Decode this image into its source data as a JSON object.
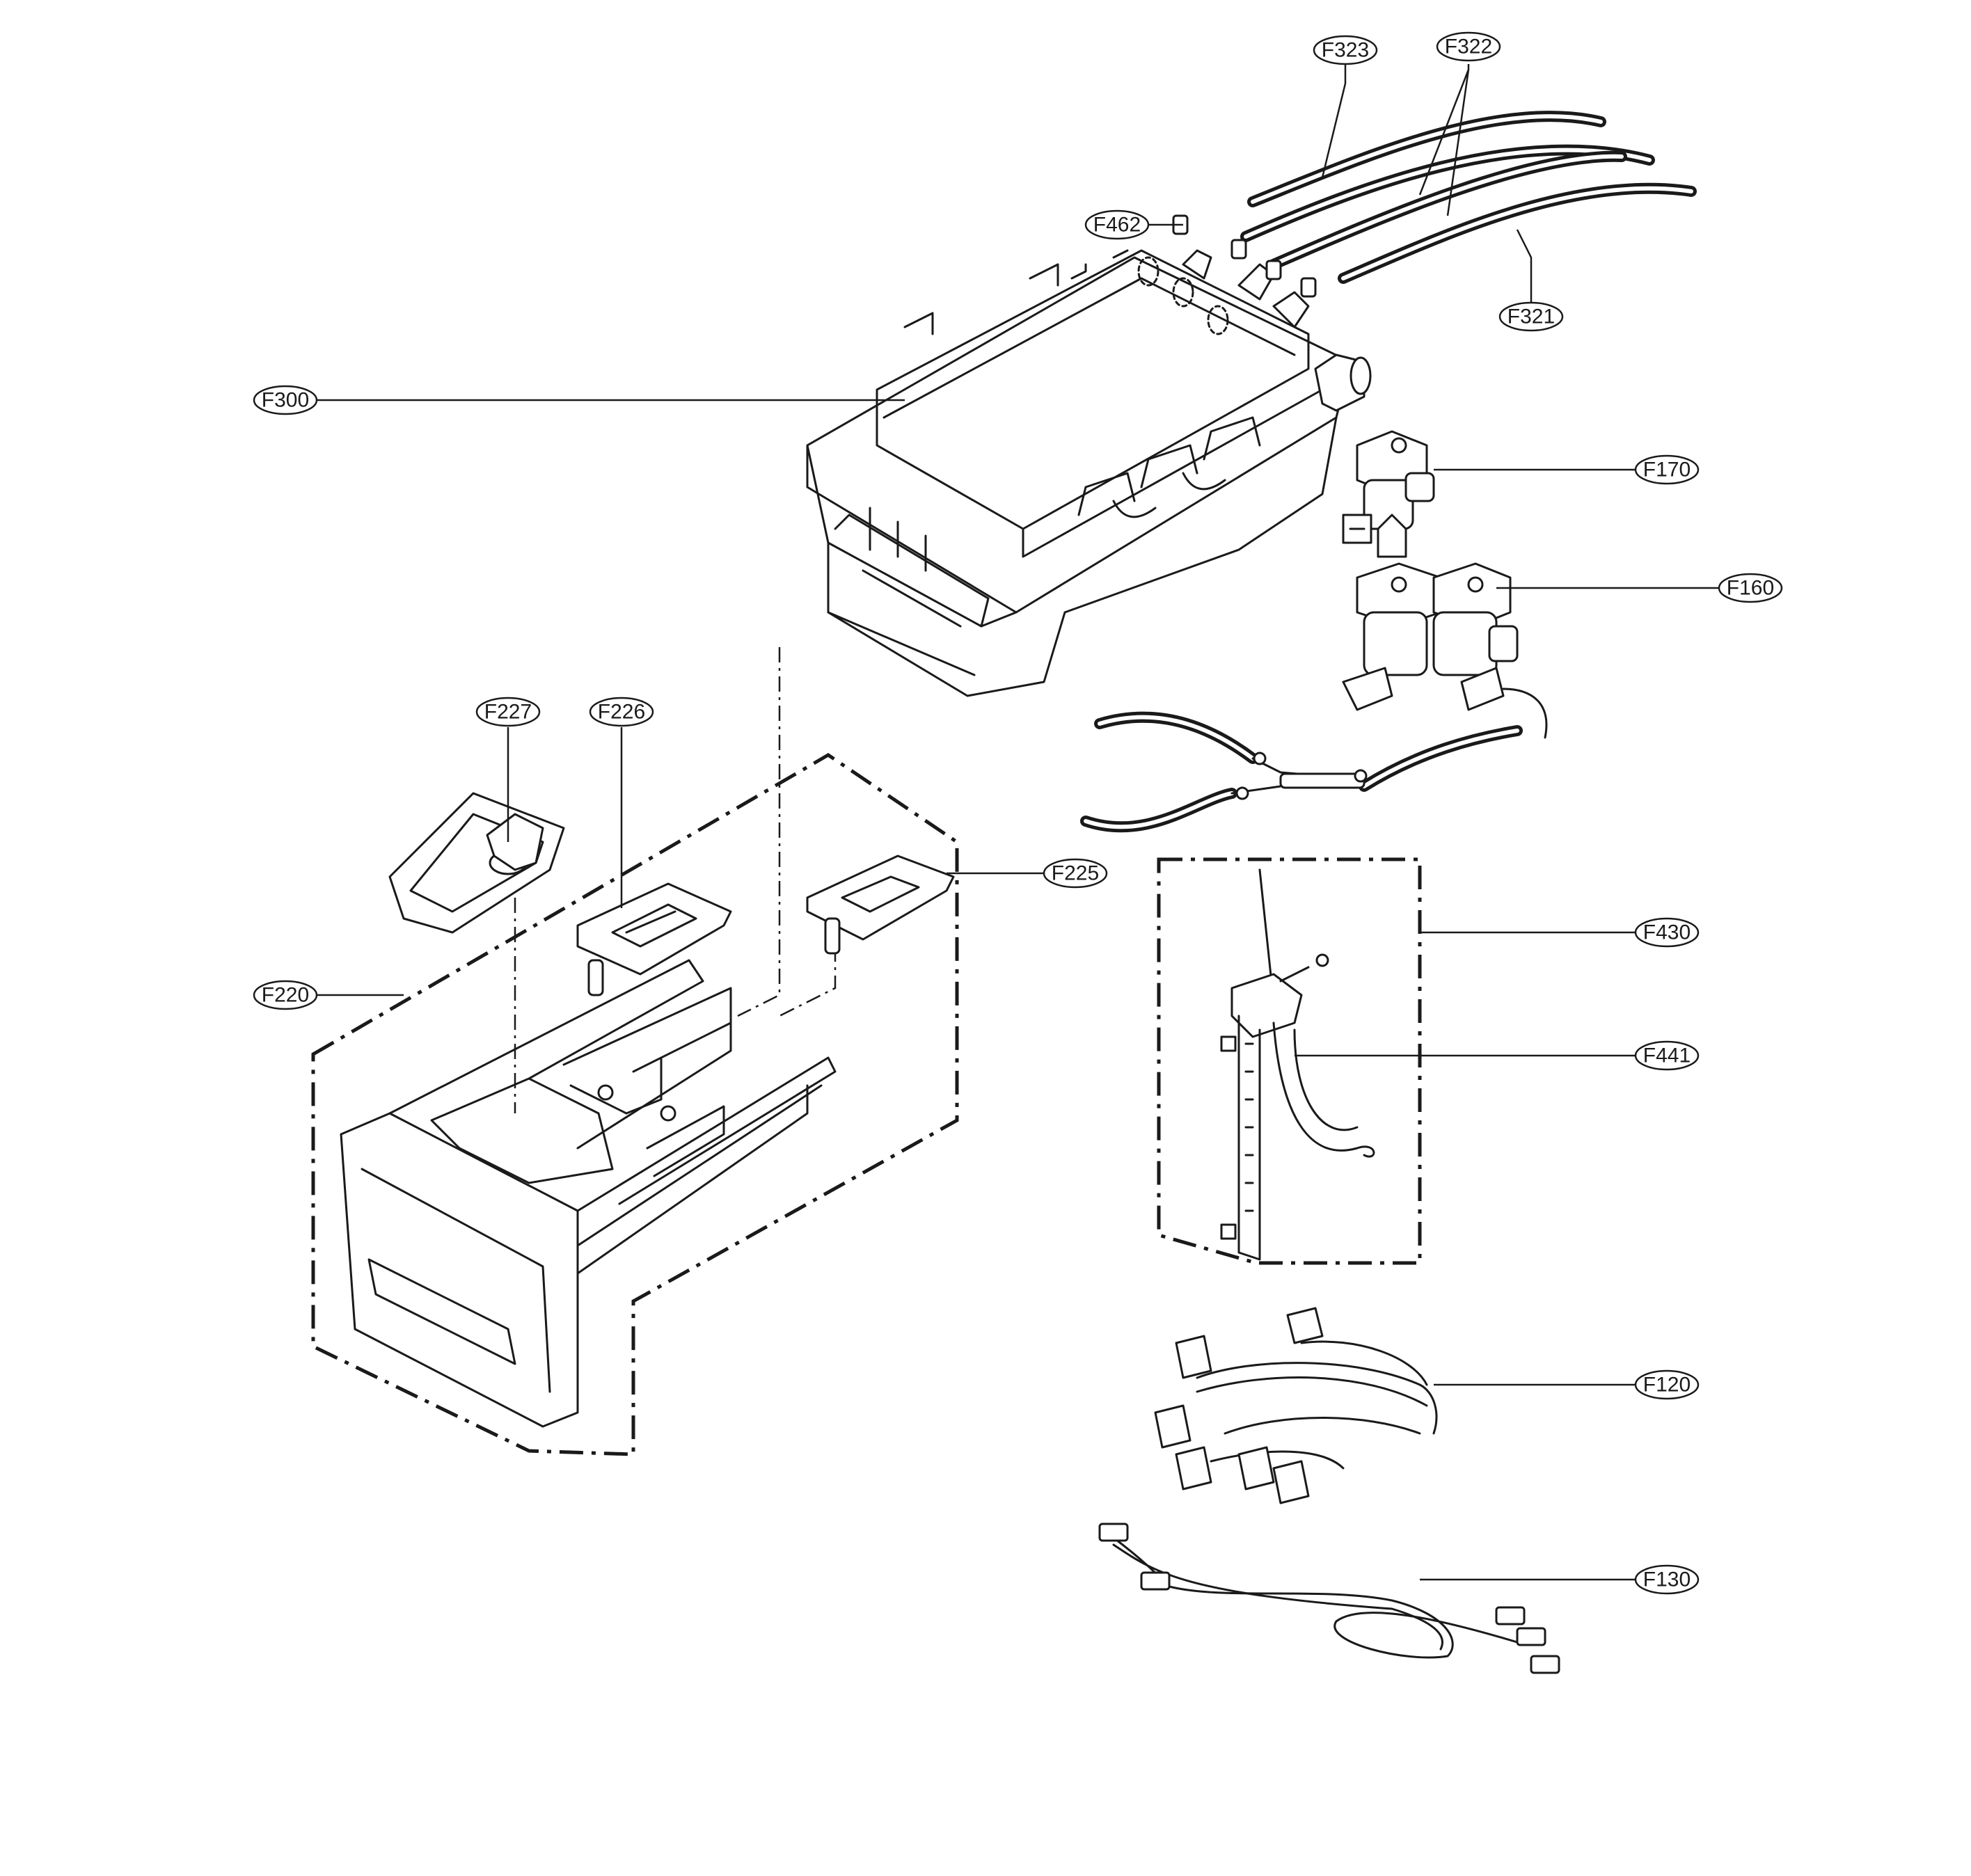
{
  "diagram": {
    "callouts": [
      {
        "id": "F323",
        "label": "F323"
      },
      {
        "id": "F322",
        "label": "F322"
      },
      {
        "id": "F462",
        "label": "F462"
      },
      {
        "id": "F321",
        "label": "F321"
      },
      {
        "id": "F300",
        "label": "F300"
      },
      {
        "id": "F170",
        "label": "F170"
      },
      {
        "id": "F160",
        "label": "F160"
      },
      {
        "id": "F227",
        "label": "F227"
      },
      {
        "id": "F226",
        "label": "F226"
      },
      {
        "id": "F225",
        "label": "F225"
      },
      {
        "id": "F220",
        "label": "F220"
      },
      {
        "id": "F430",
        "label": "F430"
      },
      {
        "id": "F441",
        "label": "F441"
      },
      {
        "id": "F120",
        "label": "F120"
      },
      {
        "id": "F130",
        "label": "F130"
      }
    ]
  }
}
